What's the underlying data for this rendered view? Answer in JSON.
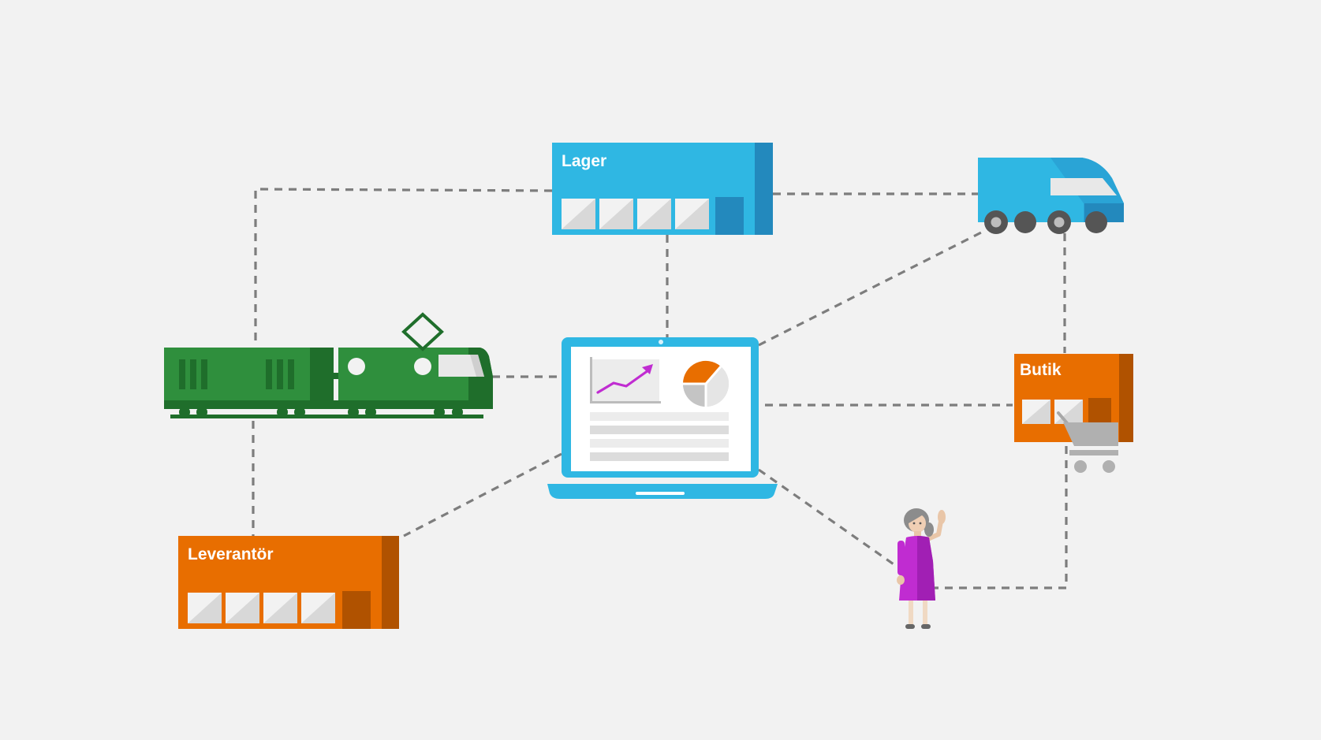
{
  "nodes": {
    "lager": {
      "label": "Lager"
    },
    "butik": {
      "label": "Butik"
    },
    "leverantor": {
      "label": "Leverantör"
    }
  },
  "icons": {
    "warehouse": "warehouse-icon",
    "truck": "delivery-truck-icon",
    "train": "freight-train-icon",
    "laptop": "laptop-icon",
    "store": "store-icon",
    "cart": "shopping-cart-icon",
    "supplier": "supplier-building-icon",
    "customer": "customer-person-icon",
    "line_chart": "line-chart-icon",
    "pie_chart": "pie-chart-icon"
  },
  "colors": {
    "background": "#f2f2f2",
    "connector": "#7d7d7d",
    "blue": "#2fb7e3",
    "blue_dark": "#2389bd",
    "orange": "#e86e00",
    "orange_dark": "#b05200",
    "green": "#2f8f3d",
    "green_dark": "#1f6e2b",
    "purple": "#c02cd1"
  }
}
